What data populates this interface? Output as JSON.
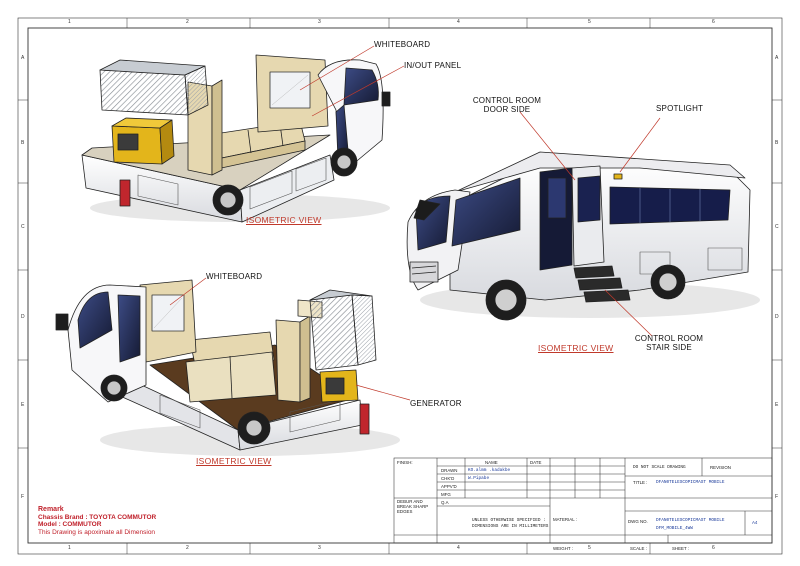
{
  "zones": {
    "columns": [
      "1",
      "2",
      "3",
      "4",
      "5",
      "6"
    ],
    "rows": [
      "A",
      "B",
      "C",
      "D",
      "E",
      "F"
    ]
  },
  "callouts": {
    "whiteboard_top": "WHITEBOARD",
    "inout_panel": "IN/OUT PANEL",
    "control_room_door_l1": "CONTROL ROOM",
    "control_room_door_l2": "DOOR SIDE",
    "spotlight": "SPOTLIGHT",
    "whiteboard_bottom": "WHITEBOARD",
    "generator": "GENERATOR",
    "control_room_stair_l1": "CONTROL ROOM",
    "control_room_stair_l2": "STAIR SIDE"
  },
  "views": {
    "iso1": "ISOMETRIC VIEW",
    "iso2": "ISOMETRIC VIEW",
    "iso3": "ISOMETRIC VIEW"
  },
  "remark": {
    "heading": "Remark",
    "chassis": "Chassis Brand : TOYOTA COMMUTOR",
    "model": "Model : COMMUTOR",
    "note": "This Drawing is apoximate all Dimension"
  },
  "title_block": {
    "finish": "FINISH:",
    "name_hdr": "NAME",
    "date_hdr": "DATE",
    "drawn": "DRAWN",
    "drawn_name": "KO.almm .kadakbe",
    "chkd": "CHK'D",
    "chkd_name": "W.Pipabe",
    "appvd": "APPV'D",
    "mfg": "MFG",
    "qa": "Q.A",
    "deburr1": "DEBUR AND",
    "deburr2": "BREAK SHARP",
    "deburr3": "EDGES",
    "unless1": "UNLESS OTHERWISE SPECIFIED :",
    "unless2": "DIMENSIONS ARE IN MILLIMETERS",
    "material": "MATERIAL :",
    "do_not_scale": "DO NOT SCALE DRAWING",
    "revision": "REVISION",
    "title_lbl": "TITLE :",
    "title_val": "DFAN0TELESCOPICMAST MOBILE",
    "dwg_lbl": "DWG NO.",
    "dwg_val1": "DFAN0TELESCOPICMAST MOBILE",
    "dwg_val2": "DFM_MOBILE_4WW",
    "size": "A4",
    "weight": "WEIGHT :",
    "scale": "SCALE :",
    "sheet": "SHEET :"
  },
  "colors": {
    "callout_red": "#c0392b",
    "title_blue": "#1a3a9a",
    "body_white": "#f4f4f6",
    "cabinet_tan": "#e6d8b0",
    "generator_yellow": "#e3b51b"
  }
}
